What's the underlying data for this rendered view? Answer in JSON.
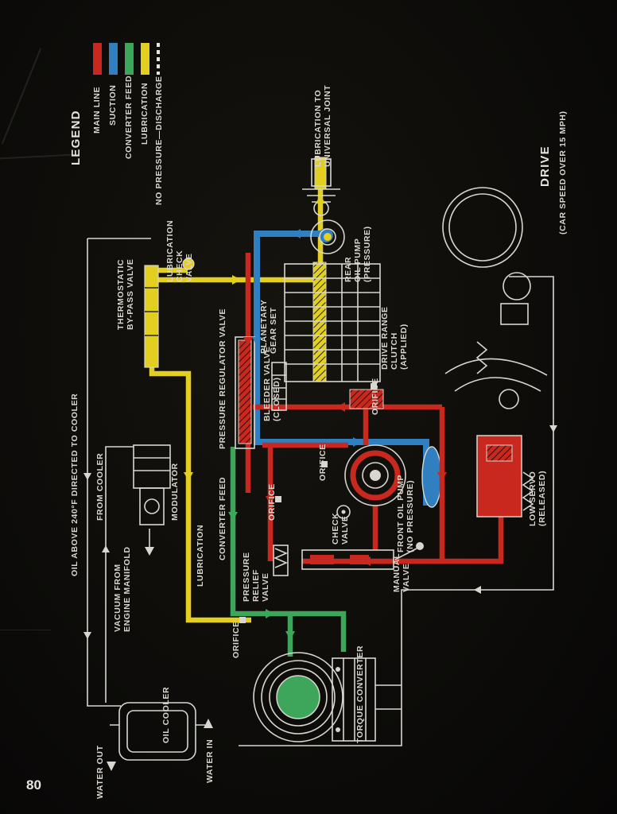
{
  "page": {
    "number": "80"
  },
  "colors": {
    "background": "#0c0b09",
    "line_art": "#d8d6cf",
    "main_line": "#c8281e",
    "suction": "#2f7fc1",
    "converter_feed": "#3da65a",
    "lubrication": "#e3cf1f",
    "no_pressure": "#e8e6e0"
  },
  "legend": {
    "title": "LEGEND",
    "items": [
      {
        "label": "MAIN LINE",
        "color": "#c8281e",
        "line_style": "solid"
      },
      {
        "label": "SUCTION",
        "color": "#2f7fc1",
        "line_style": "solid"
      },
      {
        "label": "CONVERTER FEED",
        "color": "#3da65a",
        "line_style": "solid"
      },
      {
        "label": "LUBRICATION",
        "color": "#e3cf1f",
        "line_style": "solid"
      },
      {
        "label": "NO PRESSURE—DISCHARGE",
        "color": "#e8e6e0",
        "line_style": "dashed"
      }
    ]
  },
  "labels": {
    "lubrication_to_universal_joint": "LUBRICATION TO\nUNIVERSAL JOINT",
    "rear_oil_pump": "REAR\nOIL PUMP\n(PRESSURE)",
    "lubrication_check_valve": "LUBRICATION\nCHECK\nVALVE",
    "thermostatic_bypass_valve": "THERMOSTATIC\nBY-PASS VALVE",
    "planetary_gear_set": "PLANETARY\nGEAR SET",
    "bleeder_valve": "BLEEDER VALVE\n(CLOSED)",
    "drive_range_clutch": "DRIVE RANGE\nCLUTCH\n(APPLIED)",
    "orifice_clutch": "ORIFICE",
    "pressure_regulator_valve": "PRESSURE REGULATOR VALVE",
    "oil_above_240": "OIL ABOVE 240°F DIRECTED TO COOLER",
    "from_cooler": "FROM COOLER",
    "modulator": "MODULATOR",
    "vacuum_from_engine_manifold": "VACUUM FROM\nENGINE MANIFOLD",
    "lubrication_line": "LUBRICATION",
    "converter_feed_line": "CONVERTER FEED",
    "orifice_mid": "ORIFICE",
    "orifice_pump": "ORIFICE",
    "check_valve": "CHECK\nVALVE",
    "front_oil_pump": "FRONT OIL PUMP\n(NO PRESSURE)",
    "pressure_relief_valve": "PRESSURE\nRELIEF\nVALVE",
    "manual_valve": "MANUAL\nVALVE",
    "low_servo": "LOW SERVO\n(RELEASED)",
    "drive_title": "DRIVE",
    "drive_subtitle": "(CAR SPEED OVER 15 MPH)",
    "orifice_converter": "ORIFICE",
    "torque_converter": "TORQUE CONVERTER",
    "oil_cooler": "OIL COOLER",
    "water_out": "WATER OUT",
    "water_in": "WATER IN"
  }
}
